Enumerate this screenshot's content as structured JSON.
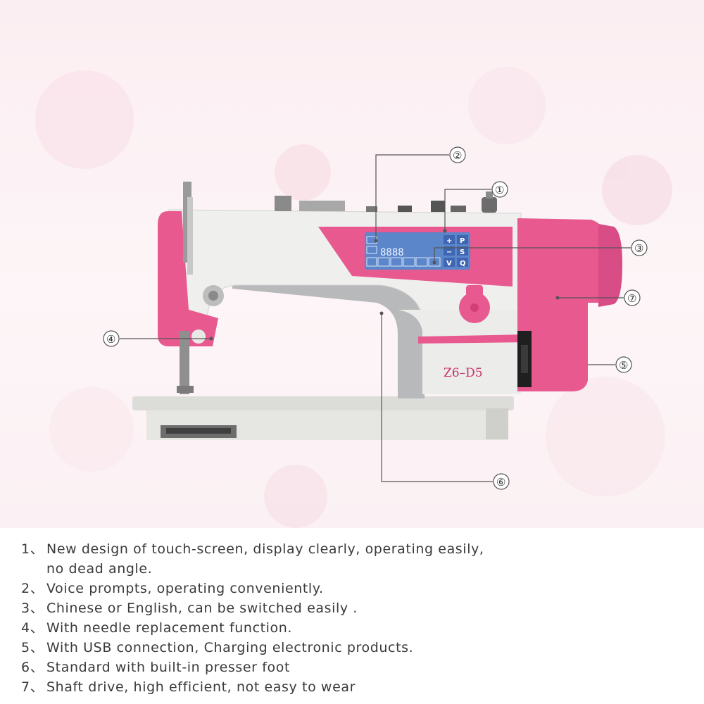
{
  "product": {
    "model_label": "Z6–D5",
    "display_digits": "8888",
    "panel_keys": [
      "+",
      "P",
      "−",
      "S",
      "V",
      "Q"
    ]
  },
  "callouts": [
    "①",
    "②",
    "③",
    "④",
    "⑤",
    "⑥",
    "⑦"
  ],
  "features": [
    {
      "num": "1、",
      "lines": [
        "New design of touch-screen, display clearly, operating easily,",
        "no dead angle."
      ]
    },
    {
      "num": "2、",
      "lines": [
        "Voice prompts, operating conveniently."
      ]
    },
    {
      "num": "3、",
      "lines": [
        "Chinese or English, can be switched easily ."
      ]
    },
    {
      "num": "4、",
      "lines": [
        "With needle replacement function."
      ]
    },
    {
      "num": "5、",
      "lines": [
        "With USB connection, Charging electronic products."
      ]
    },
    {
      "num": "6、",
      "lines": [
        "Standard with built-in presser foot"
      ]
    },
    {
      "num": "7、",
      "lines": [
        "Shaft drive,  high efficient, not easy to wear"
      ]
    }
  ],
  "colors": {
    "accent_pink": "#e8598f",
    "deep_pink": "#d23f78",
    "body_gray": "#e7e7e4",
    "screen_blue": "#5b86c9"
  }
}
